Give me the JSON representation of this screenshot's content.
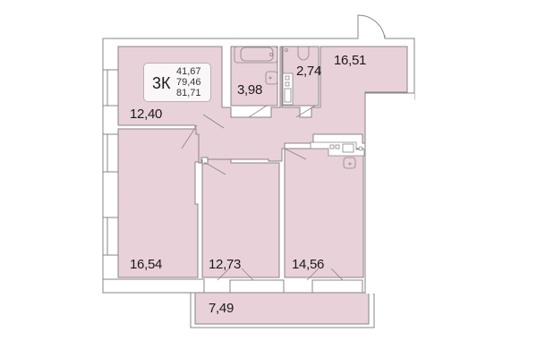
{
  "colors": {
    "room_fill": "#e9d1d9",
    "wall": "#8a8486",
    "background": "#ffffff"
  },
  "apartment": {
    "type": "3К",
    "living_area": "41,67",
    "total_area": "79,46",
    "total_area_with_balcony": "81,71"
  },
  "rooms": [
    {
      "id": "room-1",
      "area": "12,40"
    },
    {
      "id": "bathroom",
      "area": "3,98"
    },
    {
      "id": "toilet",
      "area": "2,74"
    },
    {
      "id": "kitchen",
      "area": "16,51"
    },
    {
      "id": "bedroom-left",
      "area": "16,54"
    },
    {
      "id": "bedroom-middle",
      "area": "12,73"
    },
    {
      "id": "bedroom-right",
      "area": "14,56"
    },
    {
      "id": "balcony",
      "area": "7,49"
    }
  ]
}
